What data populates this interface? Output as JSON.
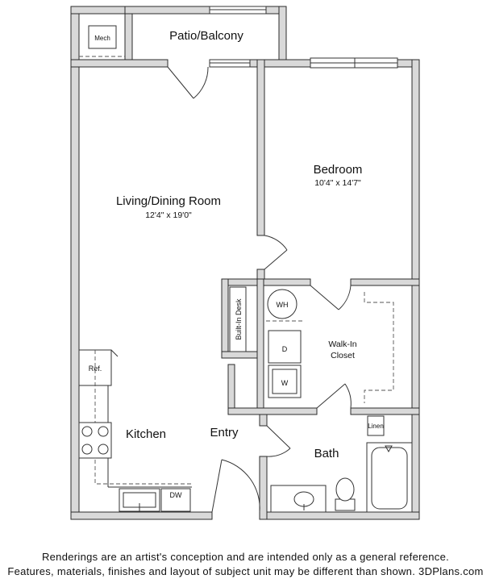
{
  "rooms": {
    "mech": "Mech",
    "patio": "Patio/Balcony",
    "living": "Living/Dining Room",
    "living_dim": "12'4\" x 19'0\"",
    "bedroom": "Bedroom",
    "bedroom_dim": "10'4\" x 14'7\"",
    "desk": "Built-In Desk",
    "water_heater": "WH",
    "walkin": [
      "Walk-In",
      "Closet"
    ],
    "dryer": "D",
    "washer": "W",
    "refrigerator": "Ref.",
    "kitchen": "Kitchen",
    "entry": "Entry",
    "dishwasher": "DW",
    "linen": "Linen",
    "bath": "Bath"
  },
  "disclaimer": {
    "line1": "Renderings are an artist's conception and are intended only as a general reference.",
    "line2": "Features, materials, finishes and layout of subject unit may be different than shown. 3DPlans.com"
  }
}
